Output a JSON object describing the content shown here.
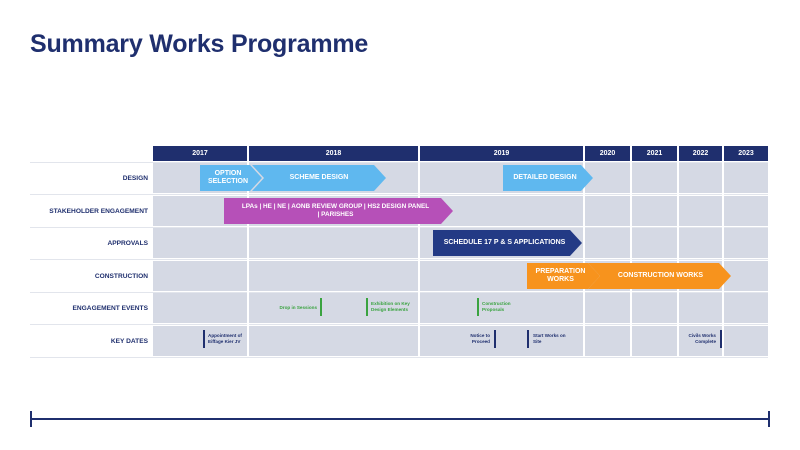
{
  "title": "Summary Works Programme",
  "colors": {
    "navy": "#1f2f6e",
    "light_blue": "#5fb8ef",
    "magenta": "#b650b8",
    "dark_blue": "#233a85",
    "orange": "#f7931d",
    "green": "#3aa340",
    "row_bg": "#d5d9e4"
  },
  "years": [
    "2017",
    "2018",
    "2019",
    "2020",
    "2021",
    "2022",
    "2023"
  ],
  "rows": [
    "DESIGN",
    "STAKEHOLDER ENGAGEMENT",
    "APPROVALS",
    "CONSTRUCTION",
    "ENGAGEMENT EVENTS",
    "KEY DATES"
  ],
  "bars": {
    "option_selection": "OPTION\nSELECTION",
    "scheme_design": "SCHEME DESIGN",
    "detailed_design": "DETAILED DESIGN",
    "stakeholder": "LPAs | HE | NE | AONB REVIEW GROUP | HS2 DESIGN PANEL\n| PARISHES",
    "schedule17": "SCHEDULE 17 P & S APPLICATIONS",
    "preparation_works": "PREPARATION\nWORKS",
    "construction_works": "CONSTRUCTION WORKS"
  },
  "events": {
    "drop_in": "Drop in Sessions",
    "exhibition": "Exhibition on Key\nDesign Elements",
    "construction_proposals": "Construction\nProposals"
  },
  "key_dates": {
    "appointment": "Appointment of\nEiffage Kier JV",
    "notice": "Notice to\nProceed",
    "start_works": "Start Works on\nSite",
    "civils": "Civils Works\nComplete"
  }
}
